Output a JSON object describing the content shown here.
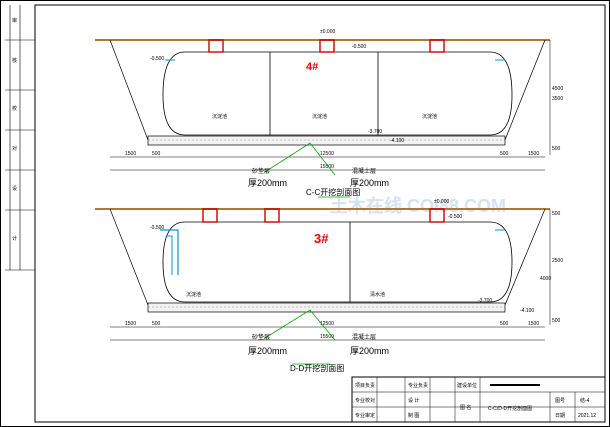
{
  "section_upper": {
    "tank_number": "4#",
    "elevation_top": "±0.000",
    "elevation_mid": "-0.500",
    "elevation_left": "-0.500",
    "elevation_bottom": "-3.700",
    "elevation_base": "-4.100",
    "chambers": [
      "沉淀池",
      "沉淀池",
      "沉淀池"
    ],
    "dims_lower": [
      "1500",
      "500",
      "12500",
      "500",
      "1500"
    ],
    "dims_total": "15500",
    "label_left": "砂垫层",
    "label_right": "混凝土层",
    "thickness_left": "厚200mm",
    "thickness_right": "厚200mm",
    "title": "C-C开挖剖面图",
    "dims_right": [
      "3500",
      "4500",
      "500"
    ]
  },
  "section_lower": {
    "tank_number": "3#",
    "elevation_top": "±0.000",
    "elevation_mid": "-0.500",
    "elevation_left": "-0.500",
    "elevation_bottom": "-3.700",
    "elevation_base": "-4.100",
    "chambers": [
      "沉淀池",
      "清水池"
    ],
    "dims_lower": [
      "1500",
      "500",
      "12500",
      "500",
      "1500"
    ],
    "dims_total": "15500",
    "label_left": "砂垫层",
    "label_right": "混凝土层",
    "thickness_left": "厚200mm",
    "thickness_right": "厚200mm",
    "title": "D-D开挖剖面图",
    "dims_right": [
      "500",
      "2500",
      "4000",
      "500"
    ]
  },
  "title_block": {
    "r1": [
      "项目负责",
      "专业负责",
      "",
      "建设单位"
    ],
    "r2": [
      "专业校对",
      "设 计",
      "",
      "图 名",
      "C-C/D-D开挖剖面图",
      "图号",
      "结-4"
    ],
    "r3": [
      "专业审定",
      "制 图",
      "",
      "",
      "",
      "日期",
      "2021.12"
    ]
  },
  "side_strip": [
    "审",
    "核",
    "校",
    "对",
    "设",
    "计"
  ],
  "watermark": "土木在线 COI88.COM"
}
